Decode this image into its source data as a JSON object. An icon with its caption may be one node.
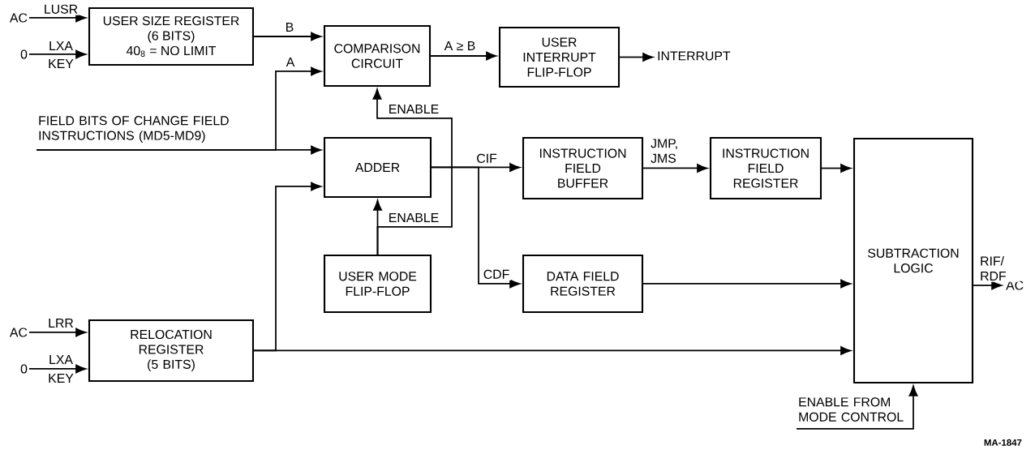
{
  "diagram": {
    "nodes": [
      {
        "text": [
          "AC"
        ]
      },
      {
        "text": [
          "0"
        ]
      },
      {
        "text": [
          "USER SIZE REGISTER",
          "(6 BITS)",
          "40$_{8}$ = NO LIMIT"
        ]
      },
      {
        "text": [
          "COMPARISON CIRCUIT"
        ]
      },
      {
        "text": [
          "USER INTERRUPT FLIP-FLOP"
        ]
      },
      {
        "text": [
          "INTERRUPT"
        ]
      },
      {
        "text": [
          "FIELD BITS OF CHANGE FIELD INSTRUCTIONS (MD5-MD9)"
        ]
      },
      {
        "text": [
          "ADDER"
        ]
      },
      {
        "text": [
          "INSTRUCTION FIELD BUFFER"
        ]
      },
      {
        "text": [
          "INSTRUCTION FIELD REGISTER"
        ]
      },
      {
        "text": [
          "SUBTRACTION LOGIC"
        ]
      },
      {
        "text": [
          "USER MODE FLIP-FLOP"
        ]
      },
      {
        "text": [
          "DATA FIELD REGISTER"
        ]
      },
      {
        "text": [
          "AC"
        ]
      },
      {
        "text": [
          "0"
        ]
      },
      {
        "text": [
          "RELOCATION REGISTER (5 BITS)"
        ]
      },
      {
        "text": [
          "AC"
        ]
      },
      {
        "text": [
          "ENABLE FROM MODE CONTROL"
        ]
      }
    ],
    "edges": [
      {
        "from": 0,
        "to": 2,
        "arrow": "to",
        "label": "LUSR"
      },
      {
        "from": 1,
        "to": 2,
        "arrow": "to",
        "label": "LXA"
      },
      {
        "from": 2,
        "to": 3,
        "arrow": "to",
        "label": "B"
      },
      {
        "from": 6,
        "to": 3,
        "arrow": "to",
        "label": "A"
      },
      {
        "from": 6,
        "to": 7,
        "arrow": "to"
      },
      {
        "from": 3,
        "to": 4,
        "arrow": "to",
        "label": "A ≥ B"
      },
      {
        "from": 4,
        "to": 5,
        "arrow": "to"
      },
      {
        "from": 7,
        "to": 8,
        "arrow": "to",
        "label": "CIF"
      },
      {
        "from": 7,
        "to": 12,
        "arrow": "to",
        "label": "CDF"
      },
      {
        "from": 11,
        "to": 7,
        "arrow": "to",
        "label": "ENABLE"
      },
      {
        "from": 11,
        "to": 3,
        "arrow": "to",
        "label": "ENABLE"
      },
      {
        "from": 8,
        "to": 9,
        "arrow": "to",
        "label": "JMP, JMS"
      },
      {
        "from": 9,
        "to": 10,
        "arrow": "to"
      },
      {
        "from": 12,
        "to": 10,
        "arrow": "to"
      },
      {
        "from": 13,
        "to": 15,
        "arrow": "to",
        "label": "LRR"
      },
      {
        "from": 14,
        "to": 15,
        "arrow": "to",
        "label": "LXA"
      },
      {
        "from": 15,
        "to": 10,
        "arrow": "to"
      },
      {
        "from": 15,
        "to": 7,
        "arrow": "to"
      },
      {
        "from": 10,
        "to": 16,
        "arrow": "to",
        "label": "RIF/ RDF"
      },
      {
        "from": 17,
        "to": 10,
        "arrow": "to"
      }
    ],
    "labels": [
      "KEY",
      "KEY",
      "MA-1847"
    ]
  }
}
